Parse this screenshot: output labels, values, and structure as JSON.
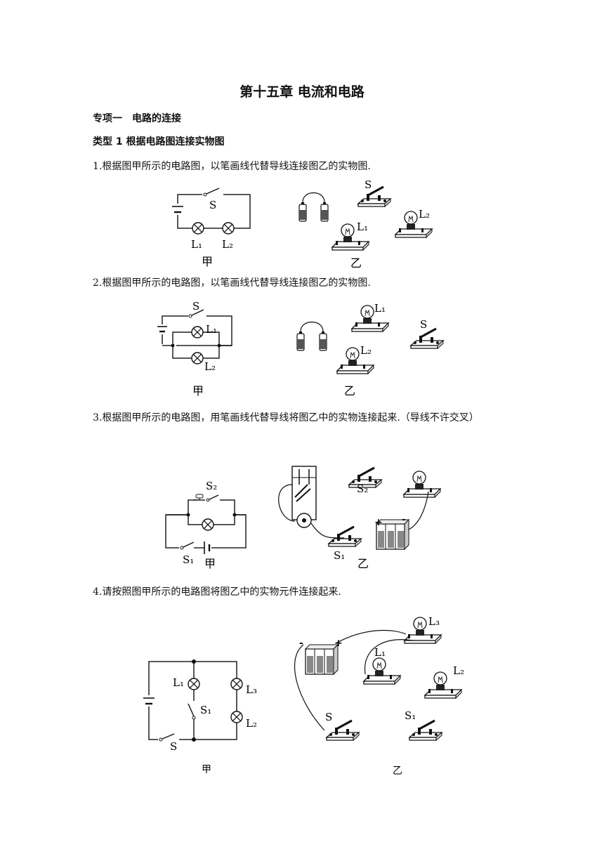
{
  "document": {
    "title": "第十五章 电流和电路",
    "section": "专项一　电路的连接",
    "type_heading": "类型 1 根据电路图连接实物图"
  },
  "questions": [
    {
      "text": "1.根据图甲所示的电路图，以笔画线代替导线连接图乙的实物图.",
      "labels": {
        "switch": "S",
        "lamp1": "L₁",
        "lamp2": "L₂",
        "fig_a": "甲",
        "fig_b": "乙"
      }
    },
    {
      "text": "2.根据图甲所示的电路图，以笔画线代替导线连接图乙的实物图.",
      "labels": {
        "switch": "S",
        "lamp1": "L₁",
        "lamp2": "L₂",
        "fig_a": "甲",
        "fig_b": "乙"
      }
    },
    {
      "text": "3.根据图甲所示的电路图，用笔画线代替导线将图乙中的实物连接起来.（导线不许交叉）",
      "labels": {
        "switch1": "S₁",
        "switch2": "S₂",
        "plus": "+",
        "minus": "-",
        "fig_a": "甲",
        "fig_b": "乙"
      }
    },
    {
      "text": "4.请按照图甲所示的电路图将图乙中的实物元件连接起来.",
      "labels": {
        "switch": "S",
        "switch1": "S₁",
        "lamp1": "L₁",
        "lamp2": "L₂",
        "lamp3": "L₃",
        "minus": "-",
        "plus": "+",
        "fig_a": "甲",
        "fig_b": "乙"
      }
    }
  ]
}
